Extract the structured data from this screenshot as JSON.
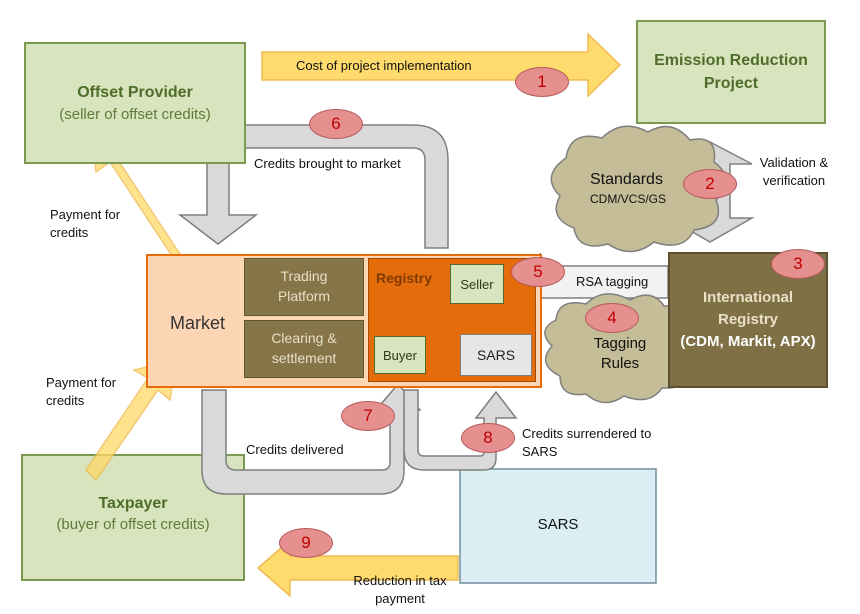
{
  "nodes": {
    "offset_provider": {
      "title": "Offset Provider",
      "subtitle": "(seller of offset credits)"
    },
    "emission_project": {
      "title": "Emission Reduction Project"
    },
    "standards": {
      "title": "Standards",
      "subtitle": "CDM/VCS/GS"
    },
    "market": {
      "title": "Market"
    },
    "trading_platform": {
      "label": "Trading Platform"
    },
    "clearing": {
      "label": "Clearing & settlement"
    },
    "registry": {
      "title": "Registry",
      "seller": "Seller",
      "buyer": "Buyer",
      "sars": "SARS"
    },
    "international_registry": {
      "title": "International Registry",
      "subtitle": "(CDM, Markit, APX)"
    },
    "tagging_rules": {
      "title": "Tagging Rules"
    },
    "taxpayer": {
      "title": "Taxpayer",
      "subtitle": "(buyer of offset credits)"
    },
    "sars": {
      "title": "SARS"
    }
  },
  "flows": {
    "cost": "Cost of project implementation",
    "credits_to_market": "Credits brought to market",
    "validation": "Validation & verification",
    "rsa_tagging": "RSA tagging",
    "payment_top": "Payment for credits",
    "payment_bottom": "Payment for credits",
    "credits_delivered": "Credits delivered",
    "credits_surrendered": "Credits surrendered to SARS",
    "tax_reduction": "Reduction in tax payment"
  },
  "steps": [
    "1",
    "2",
    "3",
    "4",
    "5",
    "6",
    "7",
    "8",
    "9"
  ],
  "colors": {
    "green_fill": "#d7e4bd",
    "olive": "#7f7045",
    "registry_orange": "#e46c0a",
    "market_fill": "#fcd5b4",
    "sars_blue": "#dbeef3",
    "arrow_yellow": "#ffd966",
    "arrow_gray": "#d9d9d9",
    "badge": "#e68f8f"
  }
}
